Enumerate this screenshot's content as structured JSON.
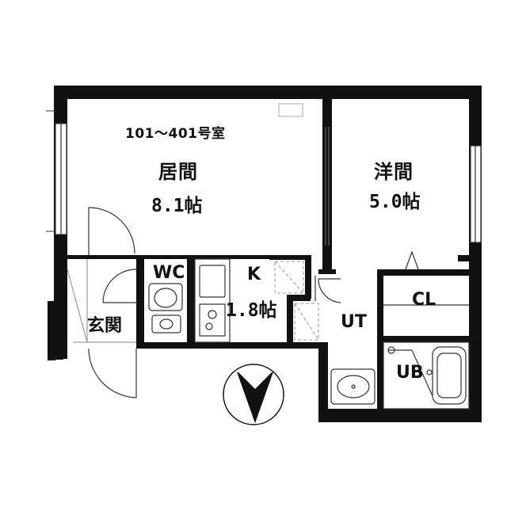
{
  "plan": {
    "unit_range": "101～401号室",
    "rooms": {
      "living": {
        "name": "居間",
        "area": "8.1帖"
      },
      "western": {
        "name": "洋間",
        "area": "5.0帖"
      },
      "kitchen": {
        "name": "K",
        "area": "1.8帖"
      },
      "toilet": {
        "name": "WC"
      },
      "entrance": {
        "name": "玄関"
      },
      "utility": {
        "name": "UT"
      },
      "closet": {
        "name": "CL"
      },
      "bath": {
        "name": "UB"
      }
    }
  },
  "colors": {
    "wall": "#111111",
    "line": "#333333",
    "background": "#ffffff"
  }
}
